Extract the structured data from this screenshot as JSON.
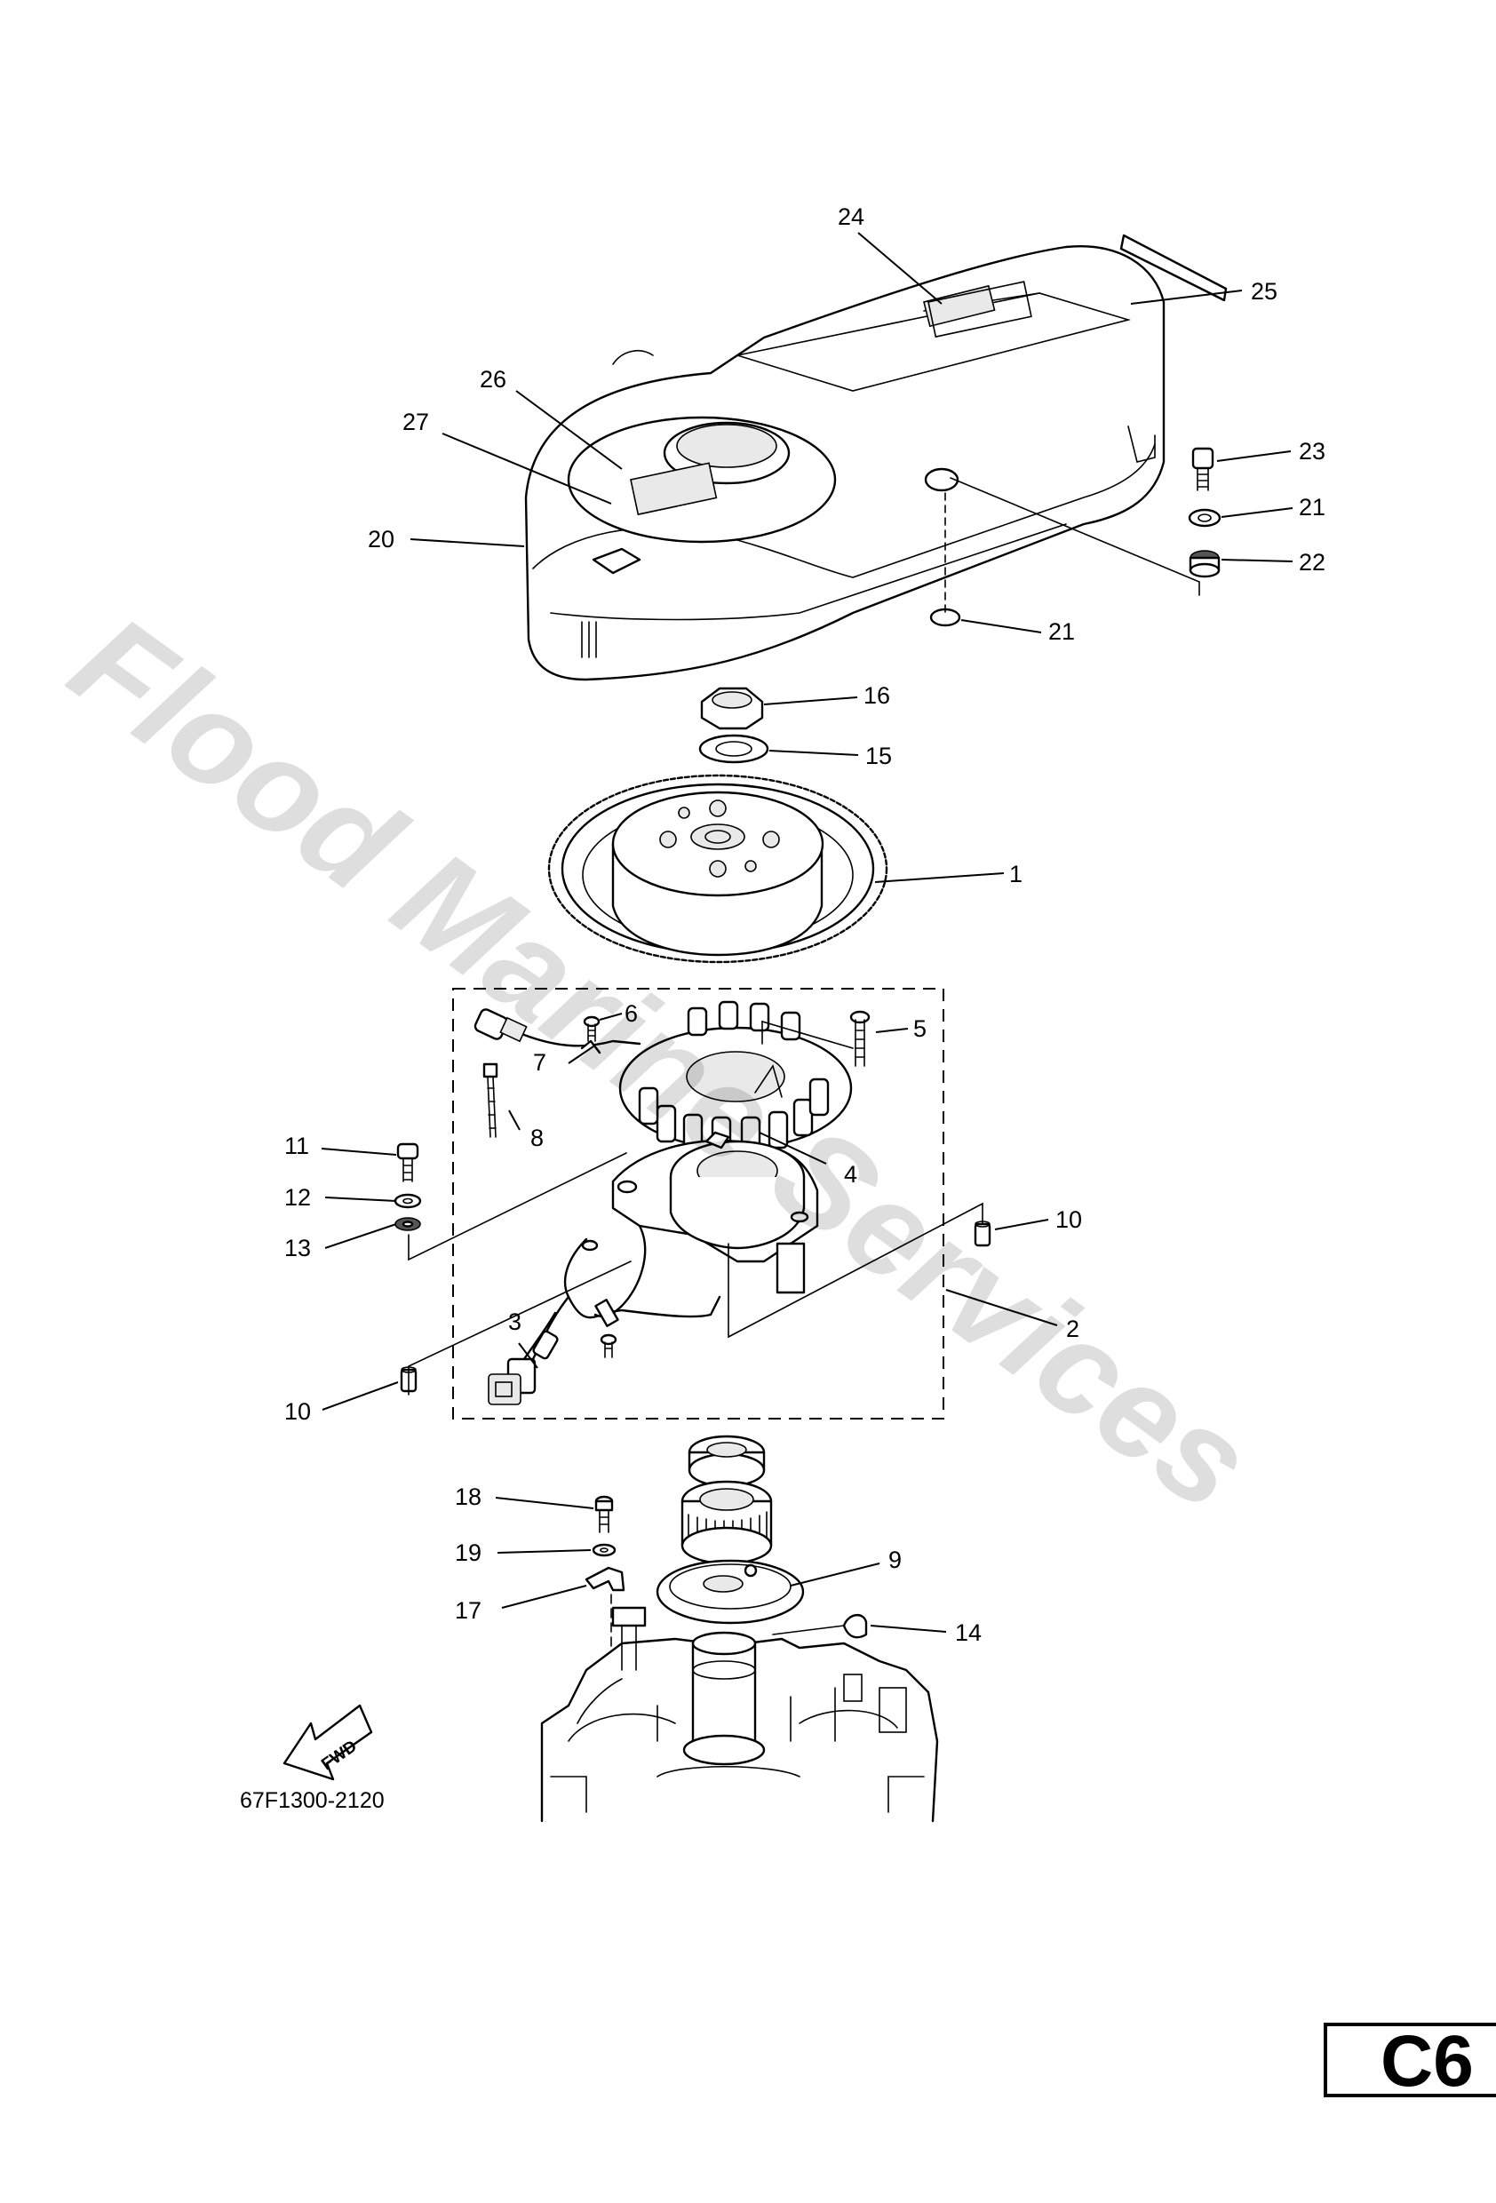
{
  "figure": {
    "code": "67F1300-2120",
    "fwd_label": "FWD",
    "page_badge": "C6",
    "watermark": "Flood Marine Services"
  },
  "callouts": [
    {
      "id": "c1",
      "label": "1"
    },
    {
      "id": "c2",
      "label": "2"
    },
    {
      "id": "c3",
      "label": "3"
    },
    {
      "id": "c4",
      "label": "4"
    },
    {
      "id": "c5",
      "label": "5"
    },
    {
      "id": "c6",
      "label": "6"
    },
    {
      "id": "c7",
      "label": "7"
    },
    {
      "id": "c8",
      "label": "8"
    },
    {
      "id": "c9",
      "label": "9"
    },
    {
      "id": "c10a",
      "label": "10"
    },
    {
      "id": "c10b",
      "label": "10"
    },
    {
      "id": "c11",
      "label": "11"
    },
    {
      "id": "c12",
      "label": "12"
    },
    {
      "id": "c13",
      "label": "13"
    },
    {
      "id": "c14",
      "label": "14"
    },
    {
      "id": "c15",
      "label": "15"
    },
    {
      "id": "c16",
      "label": "16"
    },
    {
      "id": "c17",
      "label": "17"
    },
    {
      "id": "c18",
      "label": "18"
    },
    {
      "id": "c19",
      "label": "19"
    },
    {
      "id": "c20",
      "label": "20"
    },
    {
      "id": "c21a",
      "label": "21"
    },
    {
      "id": "c21b",
      "label": "21"
    },
    {
      "id": "c22",
      "label": "22"
    },
    {
      "id": "c23",
      "label": "23"
    },
    {
      "id": "c24",
      "label": "24"
    },
    {
      "id": "c25",
      "label": "25"
    },
    {
      "id": "c26",
      "label": "26"
    },
    {
      "id": "c27",
      "label": "27"
    }
  ]
}
